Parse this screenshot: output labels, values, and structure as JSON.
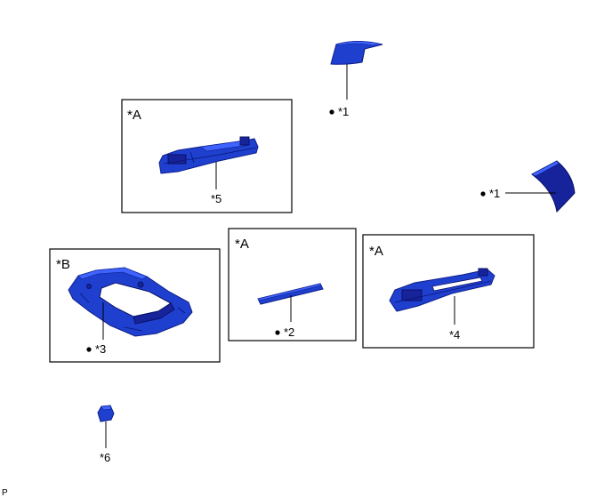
{
  "callouts": {
    "c1_top": "*1",
    "c1_right": "*1",
    "c2": "*2",
    "c3": "*3",
    "c4": "*4",
    "c5": "*5",
    "c6": "*6"
  },
  "boxes": {
    "box5_label": "*A",
    "box3_label": "*B",
    "box2_label": "*A",
    "box4_label": "*A"
  },
  "footer": {
    "code": "P"
  },
  "colors": {
    "part_blue": "#1f3fcf",
    "part_dark": "#16239b",
    "line": "#000000"
  }
}
